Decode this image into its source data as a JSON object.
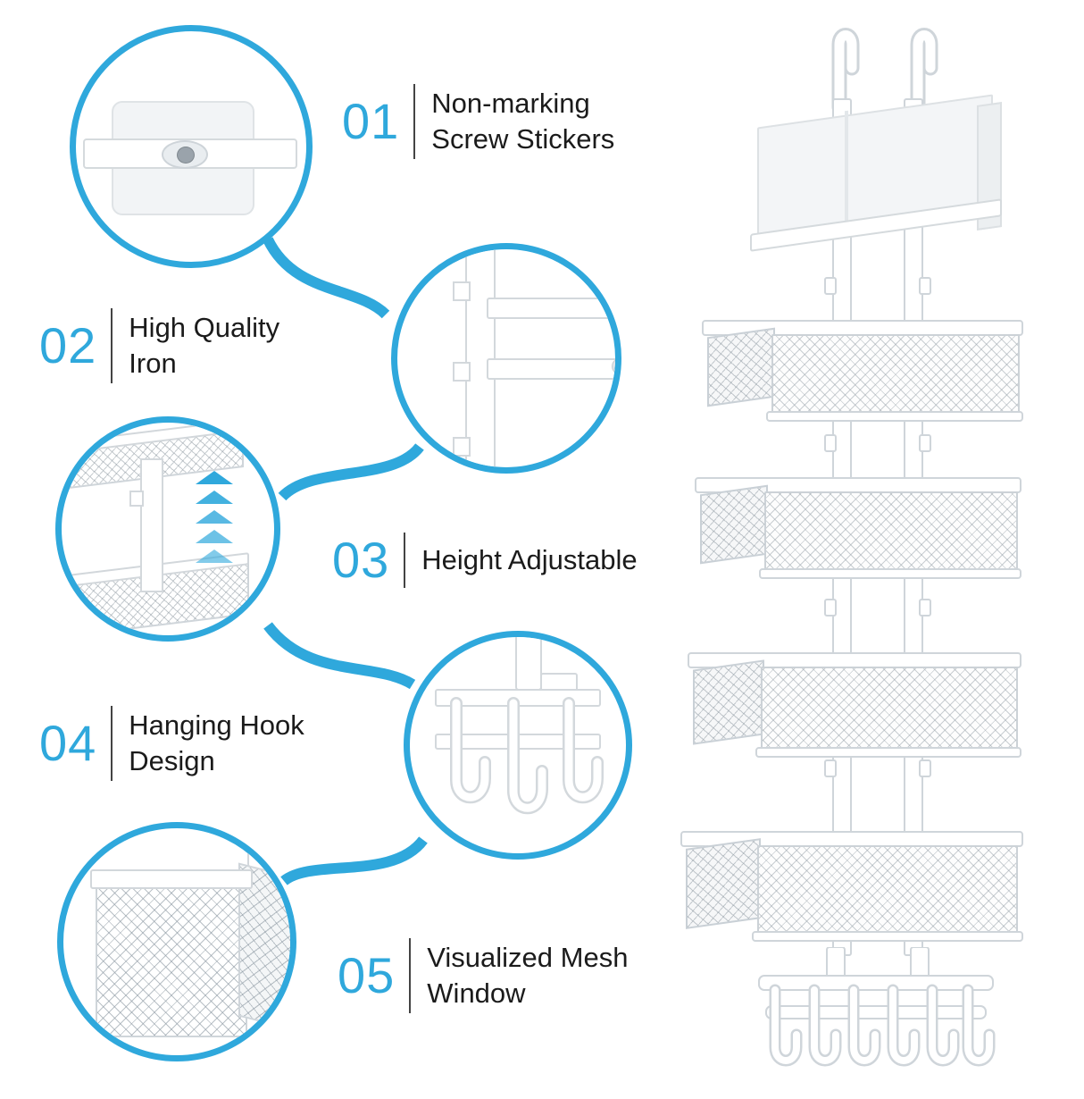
{
  "page": {
    "title": "Over-the-door storage rack feature callouts",
    "background_color": "#ffffff",
    "accent_color": "#2FA8DC",
    "text_color": "#1b1b1b"
  },
  "features": [
    {
      "number": "01",
      "label": "Non-marking\nScrew Stickers",
      "callout_icon": "adhesive-screw-sticker-pad"
    },
    {
      "number": "02",
      "label": "High Quality\nIron",
      "callout_icon": "iron-bracket-rail"
    },
    {
      "number": "03",
      "label": "Height Adjustable",
      "callout_icon": "adjustable-shelf-with-up-arrows"
    },
    {
      "number": "04",
      "label": "Hanging Hook\nDesign",
      "callout_icon": "triple-hanging-hook-bar"
    },
    {
      "number": "05",
      "label": "Visualized Mesh\nWindow",
      "callout_icon": "mesh-basket-window"
    }
  ],
  "product": {
    "name": "over-the-door-mesh-basket-rack",
    "parts": [
      "door-hanger-hooks",
      "top-mesh-tray",
      "mesh-basket-1",
      "mesh-basket-2",
      "mesh-basket-3",
      "mesh-basket-4",
      "bottom-hook-rail"
    ],
    "basket_count": 4,
    "bottom_hook_count": 6
  }
}
